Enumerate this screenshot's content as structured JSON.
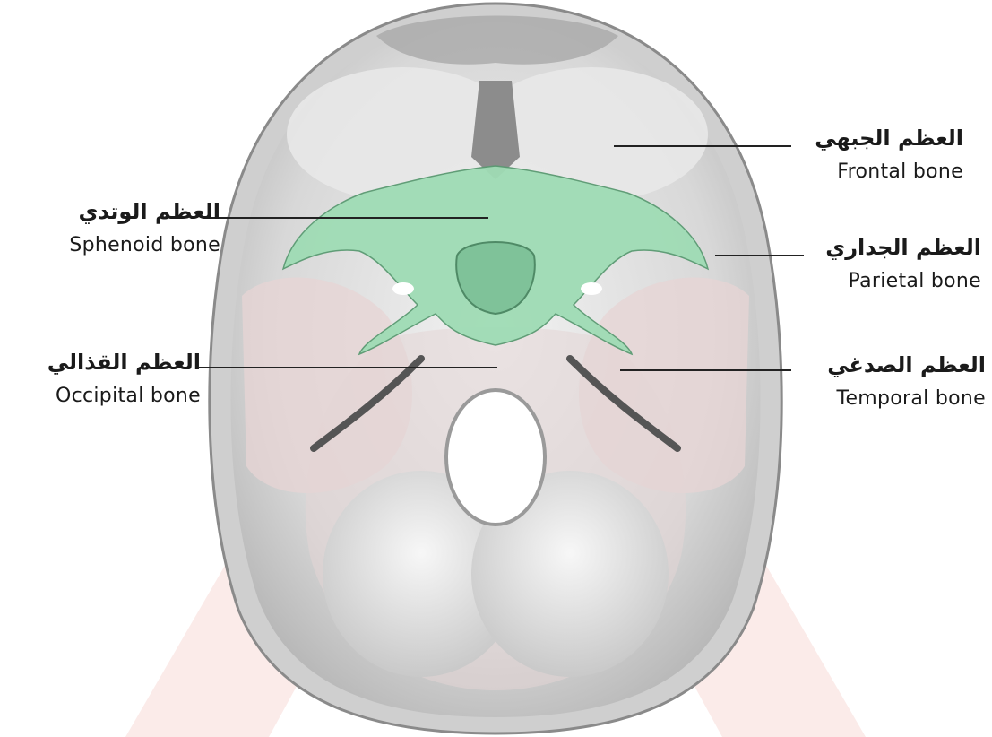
{
  "labels": {
    "frontal": {
      "ar": "العظم الجبهي",
      "en": "Frontal bone"
    },
    "parietal": {
      "ar": "العظم الجداري",
      "en": "Parietal bone"
    },
    "temporal": {
      "ar": "العظم الصدغي",
      "en": "Temporal bone"
    },
    "sphenoid": {
      "ar": "العظم الوتدي",
      "en": "Sphenoid bone"
    },
    "occipital": {
      "ar": "العظم القذالي",
      "en": "Occipital bone"
    }
  },
  "colors": {
    "highlight_sphenoid": "#9fdcb5",
    "watermark": "#fbe9e7",
    "bone_gray": "#d9d9d9"
  }
}
